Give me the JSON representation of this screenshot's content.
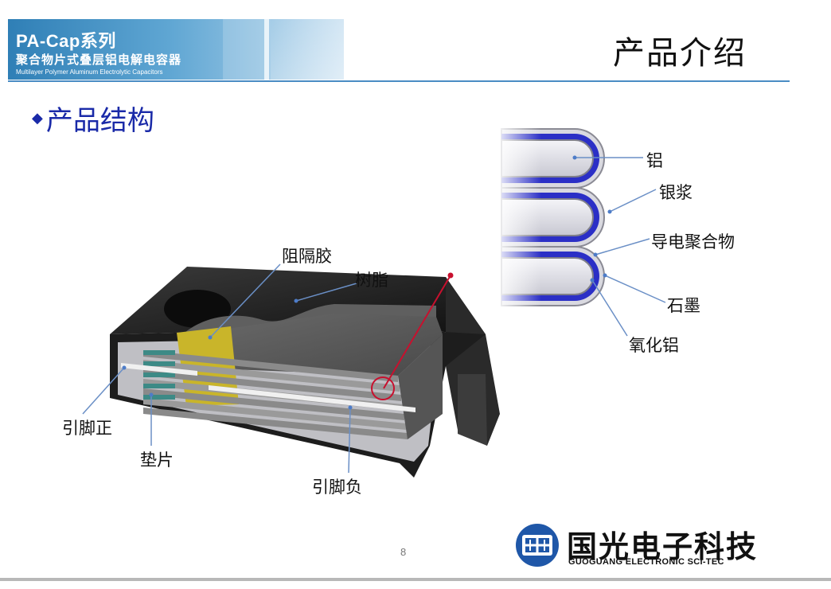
{
  "header": {
    "banner_line1": "PA-Cap系列",
    "banner_line2": "聚合物片式叠层铝电解电容器",
    "banner_line3": "Multilayer Polymer Aluminum Electrolytic Capacitors",
    "page_title": "产品介绍"
  },
  "section": {
    "bullet": "◆",
    "title": "产品结构"
  },
  "labels": {
    "aluminum": "铝",
    "silver_paste": "银浆",
    "conductive_polymer": "导电聚合物",
    "graphite": "石墨",
    "aluminum_oxide": "氧化铝",
    "barrier_glue": "阻隔胶",
    "resin": "树脂",
    "lead_positive": "引脚正",
    "spacer": "垫片",
    "lead_negative": "引脚负"
  },
  "colors": {
    "accent_blue": "#1a2aa8",
    "banner_blue": "#2f7fb6",
    "electrode_blue": "#2b2fc6",
    "pointer_red": "#c8102e",
    "spacer_yellow": "#c9b52a",
    "case_black": "#1d1d1d"
  },
  "footer": {
    "page_number": "8",
    "logo_cn": "国光电子科技",
    "logo_en": "GUOGUANG ELECTRONIC SCI-TEC"
  }
}
